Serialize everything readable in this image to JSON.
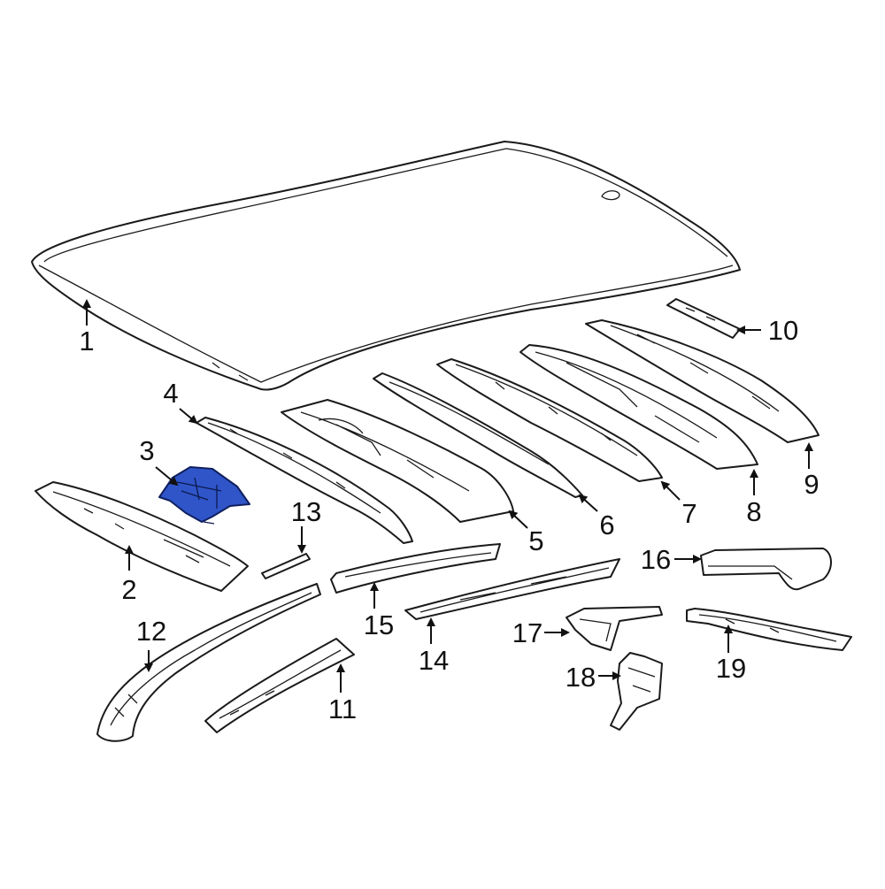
{
  "diagram": {
    "highlight_color": "#2f55c9",
    "line_color": "#1a1a1a",
    "callouts": [
      {
        "id": "1",
        "label": "1"
      },
      {
        "id": "2",
        "label": "2"
      },
      {
        "id": "3",
        "label": "3"
      },
      {
        "id": "4",
        "label": "4"
      },
      {
        "id": "5",
        "label": "5"
      },
      {
        "id": "6",
        "label": "6"
      },
      {
        "id": "7",
        "label": "7"
      },
      {
        "id": "8",
        "label": "8"
      },
      {
        "id": "9",
        "label": "9"
      },
      {
        "id": "10",
        "label": "10"
      },
      {
        "id": "11",
        "label": "11"
      },
      {
        "id": "12",
        "label": "12"
      },
      {
        "id": "13",
        "label": "13"
      },
      {
        "id": "14",
        "label": "14"
      },
      {
        "id": "15",
        "label": "15"
      },
      {
        "id": "16",
        "label": "16"
      },
      {
        "id": "17",
        "label": "17"
      },
      {
        "id": "18",
        "label": "18"
      },
      {
        "id": "19",
        "label": "19"
      }
    ],
    "highlighted_part": "3"
  }
}
